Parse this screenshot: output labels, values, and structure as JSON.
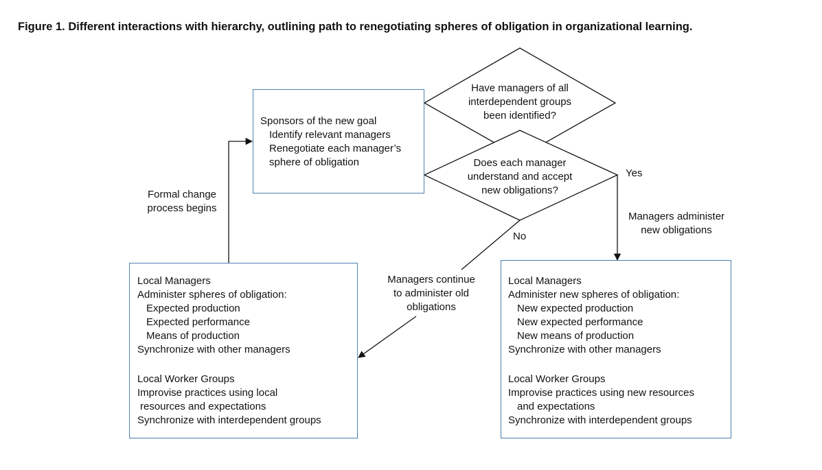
{
  "figure_title": "Figure 1.  Different interactions with hierarchy, outlining path to renegotiating spheres of obligation in organizational learning.",
  "sponsors_box": {
    "heading": "Sponsors of the new goal",
    "items": [
      "Identify relevant managers",
      "Renegotiate each manager’s",
      "sphere of obligation"
    ]
  },
  "diamond_top": {
    "lines": [
      "Have managers of all",
      "interdependent groups",
      "been identified?"
    ]
  },
  "diamond_bottom": {
    "lines": [
      "Does each manager",
      "understand and accept",
      "new obligations?"
    ]
  },
  "labels": {
    "yes": "Yes",
    "no": "No",
    "formal_change": [
      "Formal change",
      "process begins"
    ],
    "managers_administer_new": [
      "Managers administer",
      "new obligations"
    ],
    "managers_continue_old": [
      "Managers continue",
      "to administer old",
      "obligations"
    ]
  },
  "left_box": {
    "managers_heading": "Local Managers",
    "managers_sub": "Administer spheres of obligation:",
    "managers_items": [
      "Expected production",
      "Expected performance",
      "Means of production"
    ],
    "managers_sync": "Synchronize with other managers",
    "workers_heading": "Local Worker Groups",
    "workers_line1": "Improvise practices using local",
    "workers_line2": "resources and expectations",
    "workers_sync": "Synchronize with interdependent groups"
  },
  "right_box": {
    "managers_heading": "Local Managers",
    "managers_sub": "Administer new spheres of obligation:",
    "managers_items": [
      "New expected production",
      "New expected performance",
      "New means of production"
    ],
    "managers_sync": "Synchronize with other managers",
    "workers_heading": "Local Worker Groups",
    "workers_line1": "Improvise practices using new resources",
    "workers_line2": "and expectations",
    "workers_sync": "Synchronize with interdependent groups"
  }
}
